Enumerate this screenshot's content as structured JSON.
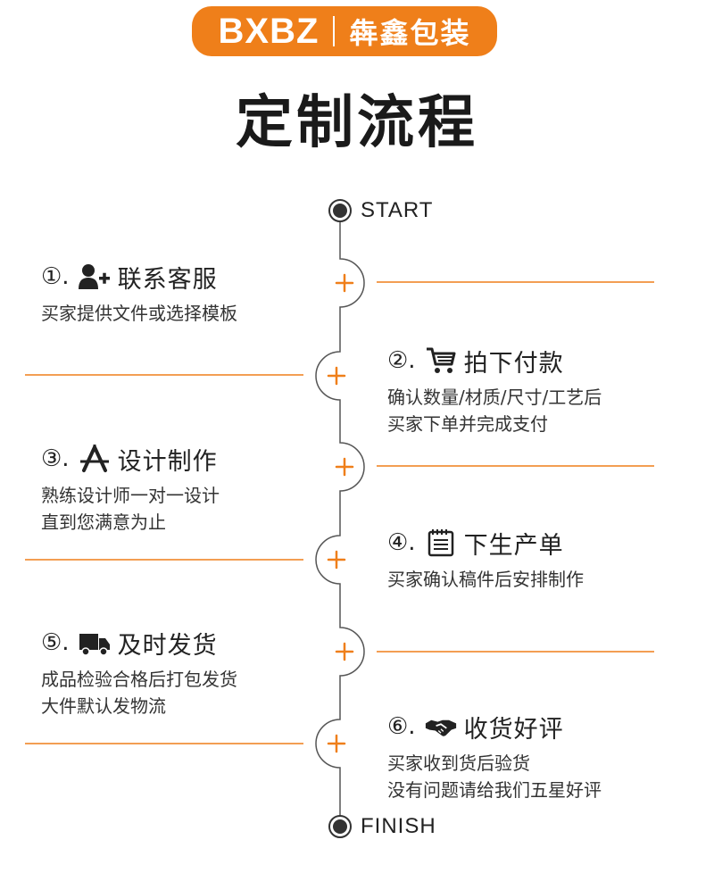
{
  "header": {
    "brand_en": "BXBZ",
    "brand_cn": "犇鑫包装",
    "title": "定制流程"
  },
  "timeline": {
    "start_label": "START",
    "finish_label": "FINISH",
    "accent_color": "#ef7f1a",
    "line_color": "#555555"
  },
  "steps": [
    {
      "number": "①.",
      "icon": "add-user-icon",
      "title": "联系客服",
      "lines": [
        "买家提供文件或选择模板"
      ]
    },
    {
      "number": "②.",
      "icon": "shopping-cart-icon",
      "title": "拍下付款",
      "lines": [
        "确认数量/材质/尺寸/工艺后",
        "买家下单并完成支付"
      ]
    },
    {
      "number": "③.",
      "icon": "design-tool-icon",
      "title": "设计制作",
      "lines": [
        "熟练设计师一对一设计",
        "直到您满意为止"
      ]
    },
    {
      "number": "④.",
      "icon": "notepad-icon",
      "title": "下生产单",
      "lines": [
        "买家确认稿件后安排制作"
      ]
    },
    {
      "number": "⑤.",
      "icon": "delivery-truck-icon",
      "title": "及时发货",
      "lines": [
        "成品检验合格后打包发货",
        "大件默认发物流"
      ]
    },
    {
      "number": "⑥.",
      "icon": "handshake-icon",
      "title": "收货好评",
      "lines": [
        "买家收到货后验货",
        "没有问题请给我们五星好评"
      ]
    }
  ]
}
